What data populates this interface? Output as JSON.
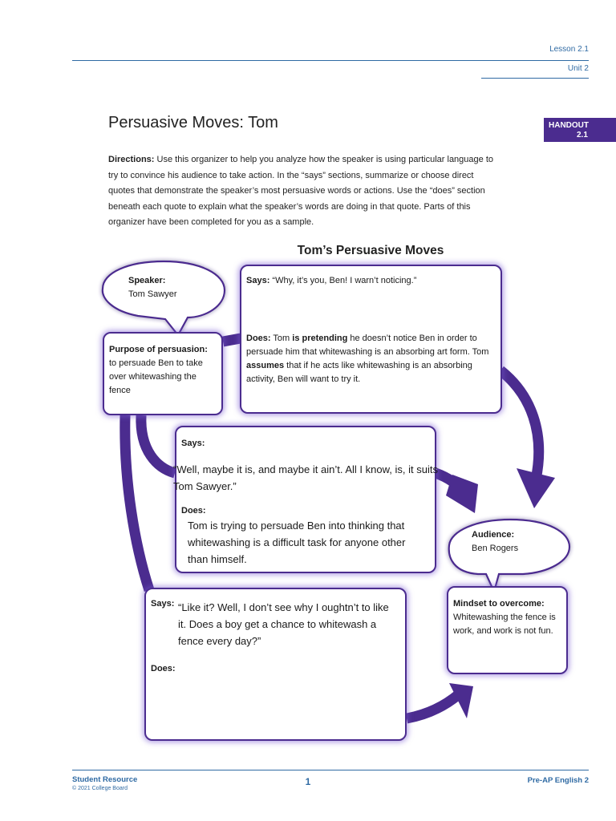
{
  "header": {
    "lesson": "Lesson 2.1",
    "unit": "Unit 2"
  },
  "title": "Persuasive Moves: Tom",
  "handout": {
    "line1": "HANDOUT",
    "line2": "2.1"
  },
  "directions": {
    "label": "Directions:",
    "text": " Use this organizer to help you analyze how the speaker is using particular language to try to convince his audience to take action. In the “says” sections, summarize or choose direct quotes that demonstrate the speaker’s most persuasive words or actions. Use the “does” section beneath each quote to explain what the speaker’s words are doing in that quote. Parts of this organizer have been completed for you as a sample."
  },
  "organizer": {
    "title": "Tom’s Persuasive Moves",
    "speaker": {
      "label": "Speaker:",
      "value": "Tom Sawyer"
    },
    "purpose": {
      "label": "Purpose of persuasion:",
      "value": "to persuade Ben to take over whitewashing the fence"
    },
    "box1": {
      "says_label": "Says:",
      "says_text": " “Why, it’s you, Ben! I warn’t noticing.”",
      "does_label": "Does:",
      "does_1": " Tom ",
      "does_2": "is pretending",
      "does_3": " he doesn’t notice Ben in order to persuade him that whitewashing is an absorbing art form. Tom ",
      "does_4": "assumes",
      "does_5": " that if he acts like whitewashing is an absorbing activity, Ben will want to try it."
    },
    "box2": {
      "says_label": "Says:",
      "says_text": "“Well, maybe it is, and maybe it ain’t. All I know, is, it suits Tom Sawyer.”",
      "does_label": "Does:",
      "does_text": "Tom is trying to persuade Ben into thinking that whitewashing is a difficult task for anyone other than himself."
    },
    "box3": {
      "says_label": "Says:",
      "says_text": "“Like it? Well, I don’t see why I oughtn’t to like it. Does a boy get a chance to whitewash a fence every day?”",
      "does_label": "Does:"
    },
    "audience": {
      "label": "Audience:",
      "value": "Ben Rogers"
    },
    "mindset": {
      "label": "Mindset to overcome:",
      "value": "Whitewashing the fence is work, and work is not fun."
    }
  },
  "footer": {
    "left": "Student Resource",
    "copyright": "© 2021 College Board",
    "page": "1",
    "right": "Pre-AP English 2"
  },
  "colors": {
    "accent": "#4b2c8f",
    "header_blue": "#2f6aa3"
  }
}
